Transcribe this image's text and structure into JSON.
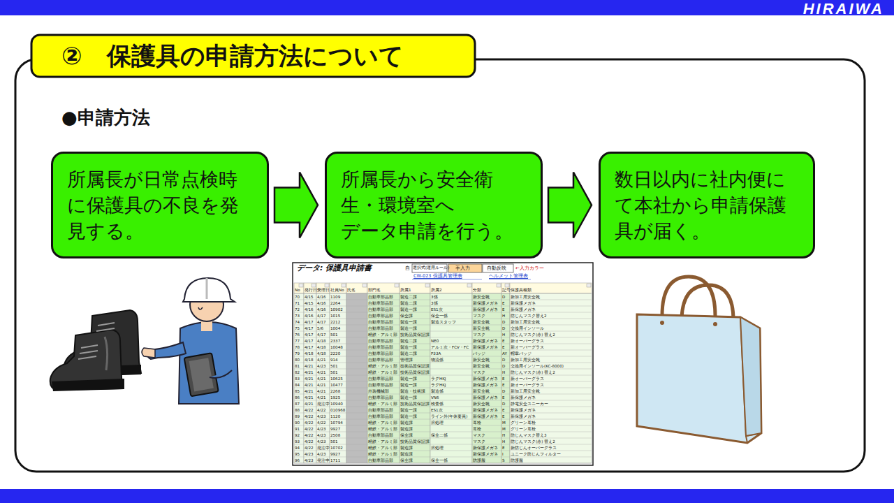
{
  "diagram": {
    "title": "②　保護具の申請方法について",
    "nodes": [
      {
        "text": [
          "所属長が日常点検時 に保護具の不良を発 見する。"
        ]
      },
      {
        "text": [
          "所属長から安全衛 生・環境室へ データ申請を行う。"
        ]
      },
      {
        "text": [
          "数日以内に社内便に て本社から申請保護 具が届く。"
        ]
      }
    ],
    "edges": [
      {
        "from": 0,
        "to": 1,
        "arrow": "to"
      },
      {
        "from": 1,
        "to": 2,
        "arrow": "to"
      }
    ],
    "labels": [
      "HIRAIWA",
      "●申請方法",
      "データ: 保護具申請書",
      "自",
      "選択式(運用ルール)",
      "手入力",
      "自動反映",
      "←入力カラー",
      "CW-023 保護具管理表",
      "ヘルメット管理表",
      "No",
      "発行日",
      "受理日",
      "社員No",
      "氏名",
      "部門名",
      "所属1",
      "所属2",
      "分類",
      "記号",
      "保護具種類",
      "70",
      "4/15",
      "4/16",
      "1109",
      "自動車部品部",
      "製造二課",
      "3係",
      "新安全靴",
      "D",
      "新加工用安全靴",
      "71",
      "4/15",
      "4/16",
      "2264",
      "自動車部品部",
      "製造二課",
      "3係",
      "新保護メガネ",
      "E",
      "新保護メガネ",
      "72",
      "4/16",
      "4/16",
      "10902",
      "自動車部品部",
      "製造一課",
      "ES1次",
      "新保護メガネ",
      "E",
      "新保護メガネ",
      "73",
      "4/16",
      "4/17",
      "1015",
      "自動車部品部",
      "保全課",
      "保全一係",
      "マスク",
      "H",
      "防じんマスク替え2",
      "74",
      "4/17",
      "4/17",
      "2212",
      "自動車部品部",
      "製造一課",
      "製造スタッフ",
      "新安全靴",
      "D",
      "新加工用安全靴",
      "75",
      "4/17",
      "5/6",
      "1004",
      "自動車部品部",
      "製造一課",
      "新安全靴",
      "D",
      "交換用インソール",
      "76",
      "4/17",
      "4/17",
      "501",
      "精鉄・アルミ部",
      "技術品質保証課",
      "マスク",
      "H",
      "防じんマスク(赤) 替え2",
      "77",
      "4/17",
      "4/18",
      "2337",
      "自動車部品部",
      "製造二課",
      "NE0",
      "新保護メガネ",
      "E",
      "新オーバーグラス",
      "78",
      "4/17",
      "4/18",
      "10048",
      "自動車部品部",
      "製造一課",
      "アルミ次・FCV・FC",
      "新保護メガネ",
      "E",
      "新オーバーグラス",
      "79",
      "4/18",
      "4/18",
      "2220",
      "自動車部品部",
      "製造二課",
      "P33A",
      "バッジ",
      "AY",
      "帽章バッジ",
      "80",
      "4/18",
      "4/21",
      "914",
      "自動車部品部",
      "管理課",
      "物流係",
      "新安全靴",
      "D",
      "新加工用安全靴",
      "81",
      "4/21",
      "4/23",
      "501",
      "精鉄・アルミ部",
      "技術品質保証課",
      "新安全靴",
      "D",
      "交換用インソール(KC-8000)",
      "82",
      "4/21",
      "4/21",
      "501",
      "精鉄・アルミ部",
      "技術品質保証課",
      "マスク",
      "H",
      "防じんマスク(赤) 替え2",
      "83",
      "4/21",
      "4/21",
      "10625",
      "自動車部品部",
      "製造一課",
      "ラグHKJ",
      "新保護メガネ",
      "E",
      "新オーバーグラス",
      "84",
      "4/21",
      "4/21",
      "10477",
      "自動車部品部",
      "製造一課",
      "ラグHKJ",
      "新保護メガネ",
      "E",
      "新オーバーグラス",
      "85",
      "4/21",
      "4/21",
      "2268",
      "外装機械部",
      "製造・技術課",
      "製造係",
      "新安全靴",
      "D",
      "新加工用安全靴",
      "86",
      "4/21",
      "4/21",
      "1925",
      "自動車部品部",
      "製造一課",
      "VN6",
      "新保護メガネ",
      "E",
      "新保護メガネ",
      "87",
      "4/21",
      "発注中",
      "10940",
      "精鉄・アルミ部",
      "技術品質保証課",
      "検査係",
      "新安全靴",
      "D",
      "静電安全スニーカー",
      "88",
      "4/22",
      "4/22",
      "010968",
      "自動車部品部",
      "製造一課",
      "ES1次",
      "新保護メガネ",
      "E",
      "新保護メガネ",
      "89",
      "4/22",
      "4/23",
      "1120",
      "自動車部品部",
      "製造一課",
      "ライン外(年休要員)",
      "新保護メガネ",
      "E",
      "新保護メガネ",
      "90",
      "4/22",
      "4/22",
      "10794",
      "精鉄・アルミ部",
      "製造課",
      "溶処理",
      "耳栓",
      "M",
      "グリーン耳栓",
      "91",
      "4/22",
      "4/23",
      "9927",
      "精鉄・アルミ部",
      "製造課",
      "耳栓",
      "M",
      "グリーン耳栓",
      "92",
      "4/22",
      "4/23",
      "2508",
      "自動車部品部",
      "保全課",
      "保全二係",
      "マスク",
      "H",
      "防じんマスク替え3",
      "93",
      "4/22",
      "4/23",
      "501",
      "精鉄・アルミ部",
      "技術品質保証課",
      "マスク",
      "H",
      "防じんマスク(赤) 替え2",
      "94",
      "4/22",
      "発注中",
      "10702",
      "精鉄・アルミ部",
      "製造課",
      "溶処理",
      "新保護メガネ",
      "E",
      "新防じんオーバーグラス",
      "95",
      "4/23",
      "4/23",
      "9927",
      "精鉄・アルミ部",
      "製造課",
      "新保護メガネ",
      "I",
      "ユニーク防じんフィルター",
      "96",
      "4/23",
      "発注中",
      "1711",
      "自動車部品部",
      "保全課",
      "保全一係",
      "防護服",
      "S",
      "防護服"
    ]
  }
}
